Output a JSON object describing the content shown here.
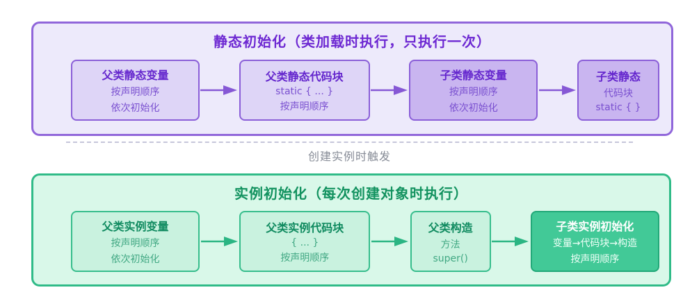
{
  "colors": {
    "purple_panel_border": "#9066da",
    "purple_panel_bg": "#edeafb",
    "purple_box_light": "#ded5f7",
    "purple_box_dark": "#c9b5f0",
    "purple_title": "#6d28d2",
    "purple_arrow": "#8658d5",
    "green_panel_border": "#30bb88",
    "green_panel_bg": "#d9f8e9",
    "green_box_light": "#c9f2df",
    "green_box_solid": "#42c997",
    "green_title": "#12925f",
    "green_arrow": "#2bb583",
    "divider_line": "#c6c6da",
    "divider_text": "#868b96",
    "highlight_text": "#ffffff"
  },
  "static_section": {
    "title": "静态初始化（类加载时执行，只执行一次）",
    "boxes": [
      {
        "title": "父类静态变量",
        "line2": "按声明顺序",
        "line3": "依次初始化"
      },
      {
        "title": "父类静态代码块",
        "line2": "static { ... }",
        "line3": "按声明顺序"
      },
      {
        "title": "子类静态变量",
        "line2": "按声明顺序",
        "line3": "依次初始化"
      },
      {
        "title": "子类静态",
        "line2": "代码块",
        "line3": "static { }"
      }
    ]
  },
  "divider": {
    "label": "创建实例时触发"
  },
  "instance_section": {
    "title": "实例初始化（每次创建对象时执行）",
    "boxes": [
      {
        "title": "父类实例变量",
        "line2": "按声明顺序",
        "line3": "依次初始化"
      },
      {
        "title": "父类实例代码块",
        "line2": "{ ... }",
        "line3": "按声明顺序"
      },
      {
        "title": "父类构造",
        "line2": "方法",
        "line3": "super()"
      },
      {
        "title": "子类实例初始化",
        "line2": "变量→代码块→构造",
        "line3": "按声明顺序"
      }
    ]
  }
}
